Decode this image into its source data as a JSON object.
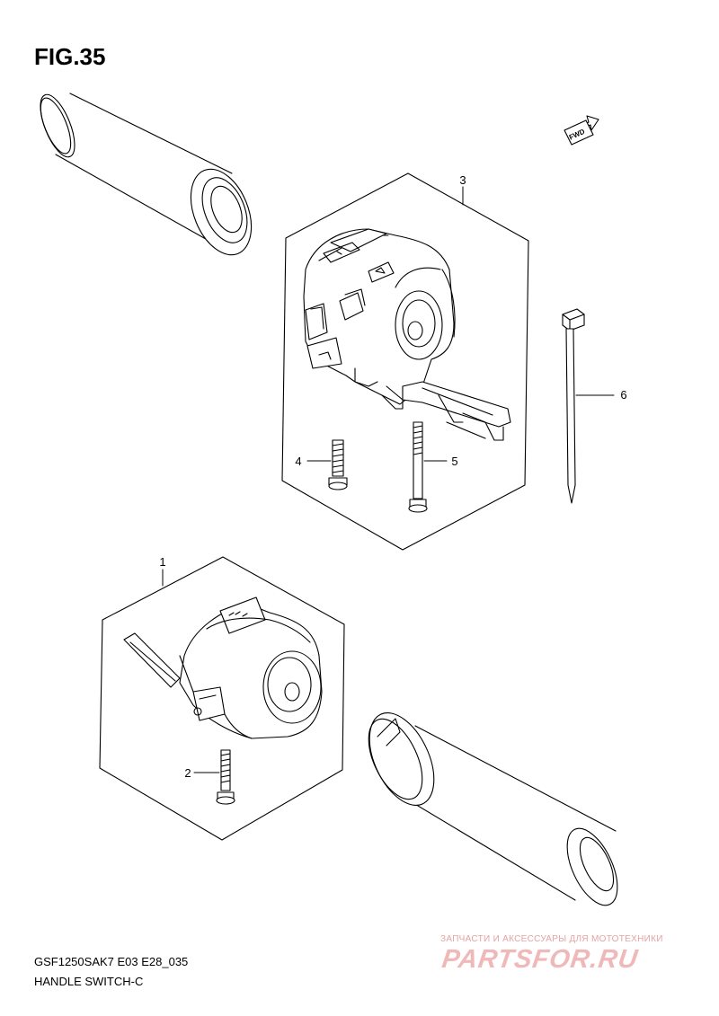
{
  "figure": {
    "title": "FIG.35",
    "model_code": "GSF1250SAK7 E03 E28_035",
    "section_name": "HANDLE SWITCH-C"
  },
  "direction_marker": {
    "label": "FWD",
    "icon": "fwd-arrow-icon"
  },
  "callouts": [
    {
      "number": "1",
      "part": "left-handle-switch"
    },
    {
      "number": "2",
      "part": "left-switch-screw"
    },
    {
      "number": "3",
      "part": "right-handle-switch"
    },
    {
      "number": "4",
      "part": "right-switch-screw-short"
    },
    {
      "number": "5",
      "part": "right-switch-screw-long"
    },
    {
      "number": "6",
      "part": "cable-tie"
    }
  ],
  "watermark": {
    "tagline": "ЗАПЧАСТИ И АКСЕССУАРЫ ДЛЯ МОТОТЕХНИКИ",
    "brand": "PARTSFOR.RU",
    "color": "#f0b9b9"
  }
}
